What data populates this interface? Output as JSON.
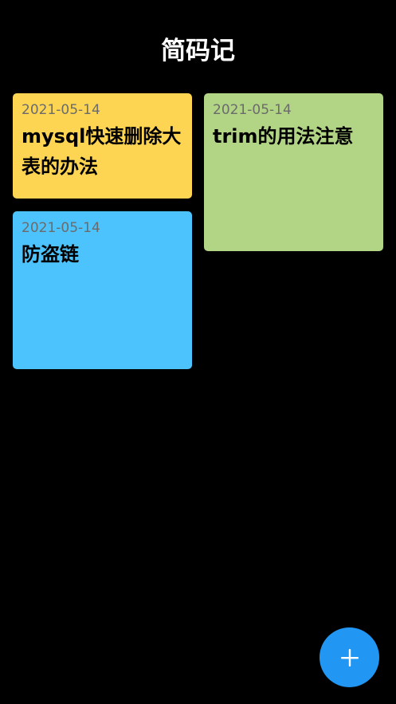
{
  "header": {
    "title": "简码记"
  },
  "notes": [
    {
      "date": "2021-05-14",
      "title": "mysql快速删除大表的办法",
      "color": "#FED553"
    },
    {
      "date": "2021-05-14",
      "title": "trim的用法注意",
      "color": "#B1D584"
    },
    {
      "date": "2021-05-14",
      "title": "防盗链",
      "color": "#4CC3FC"
    }
  ],
  "fab": {
    "icon": "plus-icon",
    "color": "#2196F3",
    "icon_color": "#FFFFFF"
  }
}
